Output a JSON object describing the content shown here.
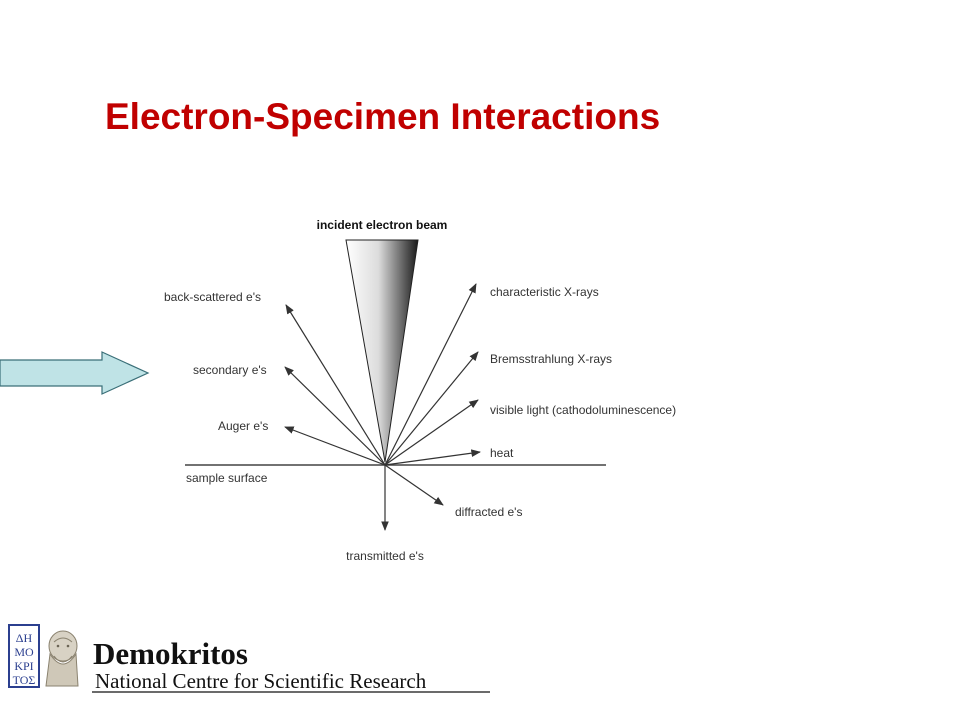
{
  "slide": {
    "title": "Electron-Specimen Interactions"
  },
  "diagram": {
    "beam_label": "incident electron beam",
    "surface_label": "sample surface",
    "left_labels": [
      "back-scattered e's",
      "secondary e's",
      "Auger e's"
    ],
    "right_labels": [
      "characteristic X-rays",
      "Bremsstrahlung X-rays",
      "visible light (cathodoluminescence)",
      "heat"
    ],
    "below_labels": [
      "diffracted e's",
      "transmitted e's"
    ]
  },
  "footer": {
    "logo_letters": "ΔΗΜΟΚΡΙΤΟΣ",
    "org_name": "Demokritos",
    "org_subtitle": "National Centre for Scientific Research"
  },
  "colors": {
    "title": "#c00000",
    "pointer_arrow_fill": "#bfe3e6",
    "pointer_arrow_stroke": "#3a6f78",
    "logo_frame": "#2b3f8f"
  }
}
